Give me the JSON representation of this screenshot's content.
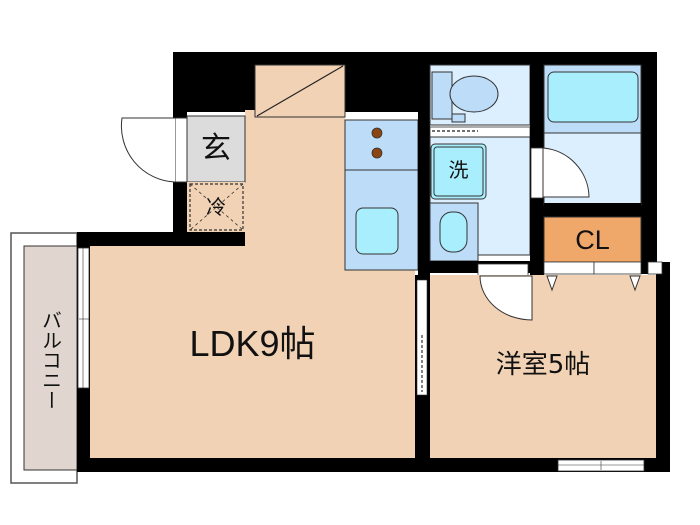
{
  "floorplan": {
    "rooms": {
      "ldk": {
        "label": "LDK9帖",
        "type": "living-dining-kitchen",
        "size_jo": 9
      },
      "western_room": {
        "label": "洋室5帖",
        "type": "western-style-room",
        "size_jo": 5
      },
      "entrance": {
        "label": "玄"
      },
      "fridge_space": {
        "label": "冷"
      },
      "washer_space": {
        "label": "洗"
      },
      "closet": {
        "label": "CL"
      },
      "balcony": {
        "label": "バルコニー"
      }
    },
    "fixtures": [
      "toilet-icon",
      "bathtub-icon",
      "washbasin-icon",
      "kitchen-sink-icon",
      "stove-burner-icon"
    ],
    "colors": {
      "wall": "#000000",
      "room_floor": "#f2d2b5",
      "wet_area": "#bcdcf7",
      "wet_area_light": "#dcefff",
      "fixture_fill": "#a8eefc",
      "entrance": "#dcdcdc",
      "closet": "#f0a86a",
      "balcony": "#e1d6cf",
      "burner": "#8b4513"
    }
  }
}
